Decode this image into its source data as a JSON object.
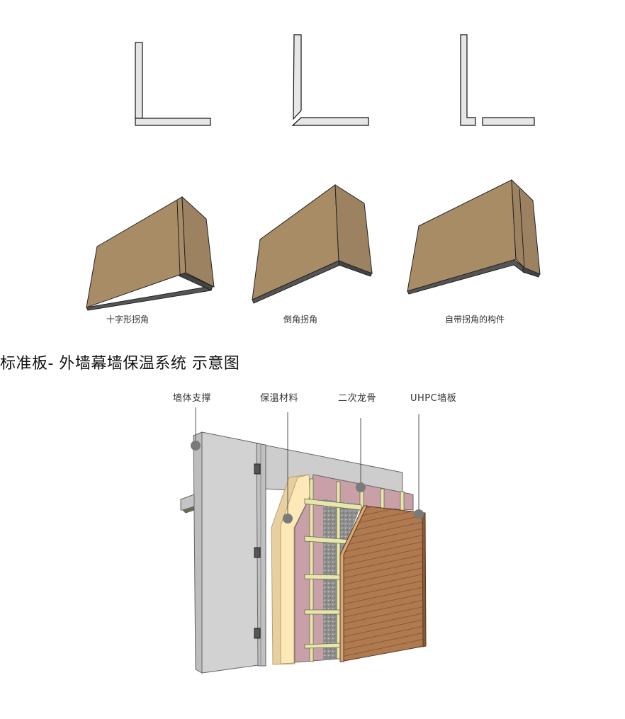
{
  "corner_profiles": [
    {
      "id": "cross",
      "description": "butt-joint L profile"
    },
    {
      "id": "chamfer",
      "description": "mitered L profile"
    },
    {
      "id": "integral",
      "description": "L profile with integral return and separate panel"
    }
  ],
  "corner_models": [
    {
      "caption": "十字形拐角"
    },
    {
      "caption": "倒角拐角"
    },
    {
      "caption": "自带拐角的构件"
    }
  ],
  "section_title": "标准板- 外墙幕墙保温系统 示意图",
  "callouts": [
    {
      "label": "墙体支撑"
    },
    {
      "label": "保温材料"
    },
    {
      "label": "二次龙骨"
    },
    {
      "label": "UHPC墙板"
    }
  ],
  "colors": {
    "profile_fill": "#e6e6e6",
    "panel_front": "#a88c66",
    "panel_side": "#9c8260",
    "panel_edge": "#4a4a4a",
    "wall_gray": "#cfcfcf",
    "insulation": "#fde9b8",
    "membrane_pink": "#c9a0a8",
    "stud_yellow": "#e8e6b0",
    "uhpc_wood": "#b07a50",
    "callout_dot": "#7a7a7a"
  }
}
